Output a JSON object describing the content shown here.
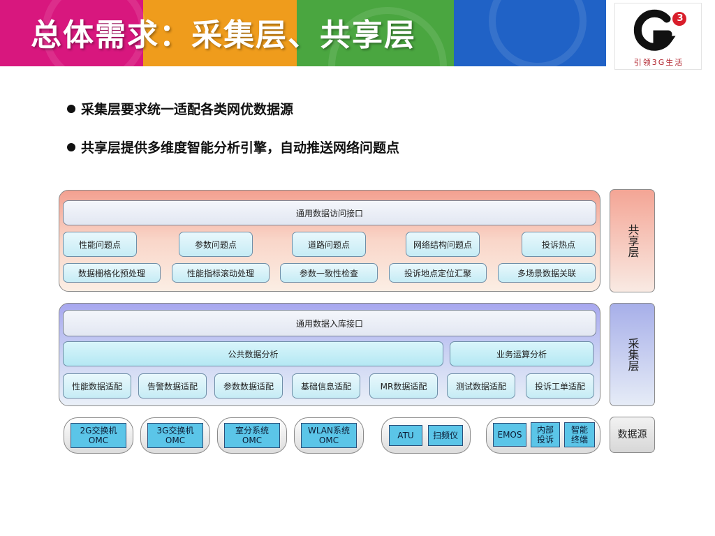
{
  "header": {
    "title": "总体需求：采集层、共享层",
    "stripe_colors": [
      "#d8177e",
      "#ef9c1c",
      "#4aa640",
      "#2062c6"
    ]
  },
  "logo": {
    "mark": "G",
    "superscript": "3",
    "slogan": "引领3G生活",
    "colors": {
      "mark": "#111111",
      "accent": "#d91e2b"
    }
  },
  "bullets": [
    "采集层要求统一适配各类网优数据源",
    "共享层提供多维度智能分析引擎，自动推送网络问题点"
  ],
  "share_layer": {
    "side_label": "共享层",
    "interface": "通用数据访问接口",
    "row1": [
      "性能问题点",
      "参数问题点",
      "道路问题点",
      "网络结构问题点",
      "投诉热点"
    ],
    "row2": [
      "数据栅格化预处理",
      "性能指标滚动处理",
      "参数一致性检查",
      "投诉地点定位汇聚",
      "多场景数据关联"
    ]
  },
  "collect_layer": {
    "side_label": "采集层",
    "interface": "通用数据入库接口",
    "analysis": [
      "公共数据分析",
      "业务运算分析"
    ],
    "adapters": [
      "性能数据适配",
      "告警数据适配",
      "参数数据适配",
      "基础信息适配",
      "MR数据适配",
      "测试数据适配",
      "投诉工单适配"
    ]
  },
  "data_source": {
    "side_label": "数据源",
    "items": [
      "2G交换机\nOMC",
      "3G交换机\nOMC",
      "室分系统\nOMC",
      "WLAN系统\nOMC",
      "ATU",
      "扫频仪",
      "EMOS",
      "内部\n投诉",
      "智能\n终端"
    ]
  }
}
